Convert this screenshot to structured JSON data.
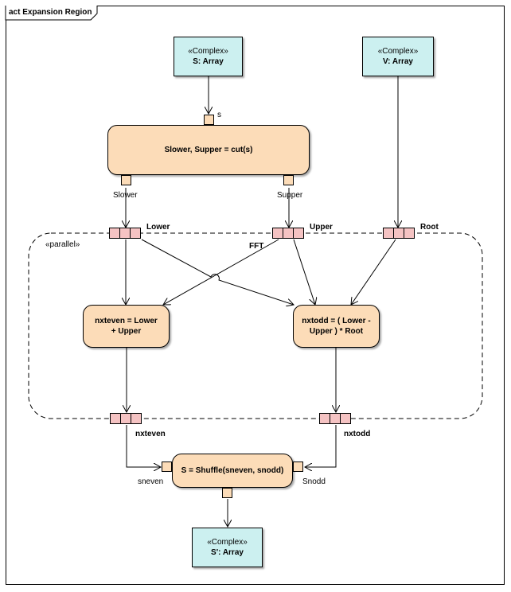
{
  "diagram": {
    "frame_title": "act Expansion Region",
    "region_keyword": "«parallel»"
  },
  "objects": {
    "s_array": {
      "stereotype": "«Complex»",
      "name": "S: Array"
    },
    "v_array": {
      "stereotype": "«Complex»",
      "name": "V: Array"
    },
    "s_prime_array": {
      "stereotype": "«Complex»",
      "name": "S': Array"
    }
  },
  "actions": {
    "cut": {
      "label": "Slower, Supper = cut(s)"
    },
    "nxteven": {
      "label": "nxteven = Lower + Upper"
    },
    "nxtodd": {
      "label": "nxtodd = ( Lower - Upper ) * Root"
    },
    "shuffle": {
      "label": "S = Shuffle(sneven, snodd)"
    }
  },
  "pins": {
    "s": "s",
    "slower": "Slower",
    "supper": "Supper",
    "sneven": "sneven",
    "snodd": "Snodd"
  },
  "expansion_nodes": {
    "lower": "Lower",
    "upper": "Upper",
    "root": "Root",
    "nxteven": "nxteven",
    "nxtodd": "nxtodd"
  },
  "edge_labels": {
    "fft": "FFT"
  }
}
